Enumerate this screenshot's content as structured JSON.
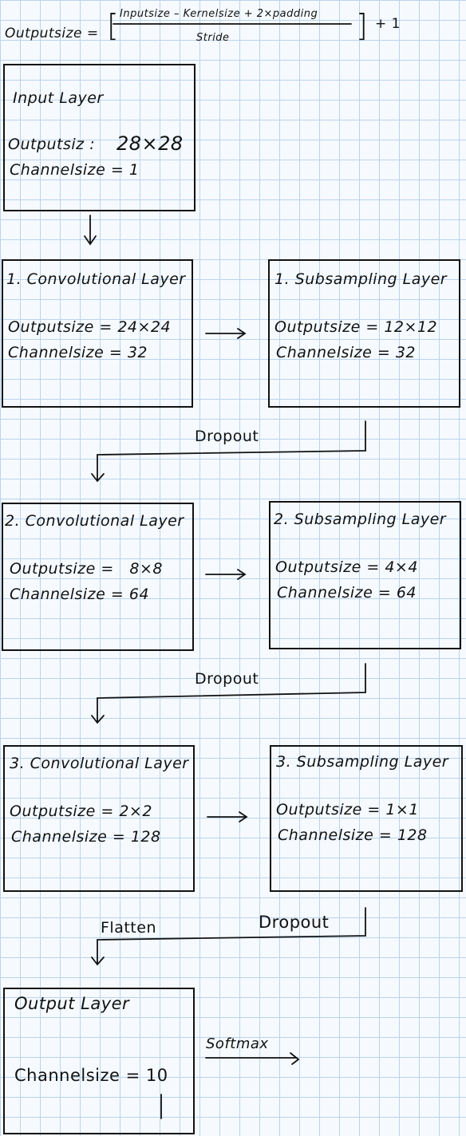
{
  "formula": {
    "lhs": "Outputsize =",
    "numerator": "Inputsize – Kernelsize + 2×padding",
    "denominator": "Stride",
    "rhs": "+ 1"
  },
  "input_layer": {
    "title": "Input Layer",
    "output_text": "Outputsiz :",
    "output_value": "28×28",
    "channel_text": "Channelsize = 1"
  },
  "conv1": {
    "title": "1. Convolutional Layer",
    "output": "Outputsize = 24×24",
    "channel": "Channelsize = 32"
  },
  "sub1": {
    "title": "1. Subsampling Layer",
    "output": "Outputsize = 12×12",
    "channel": "Channelsize = 32"
  },
  "conv2": {
    "title": "2. Convolutional Layer",
    "output": "Outputsize =   8×8",
    "channel": "Channelsize = 64"
  },
  "sub2": {
    "title": "2. Subsampling Layer",
    "output": "Outputsize = 4×4",
    "channel": "Channelsize = 64"
  },
  "conv3": {
    "title": "3. Convolutional Layer",
    "output": "Outputsize = 2×2",
    "channel": "Channelsize = 128"
  },
  "sub3": {
    "title": "3. Subsampling Layer",
    "output": "Outputsize = 1×1",
    "channel": "Channelsize = 128"
  },
  "output_layer": {
    "title": "Output Layer",
    "channel": "Channelsize = 10"
  },
  "connectors": {
    "dropout_1": "Dropout",
    "dropout_2": "Dropout",
    "flatten": "Flatten",
    "dropout_3": "Dropout",
    "softmax": "Softmax"
  }
}
